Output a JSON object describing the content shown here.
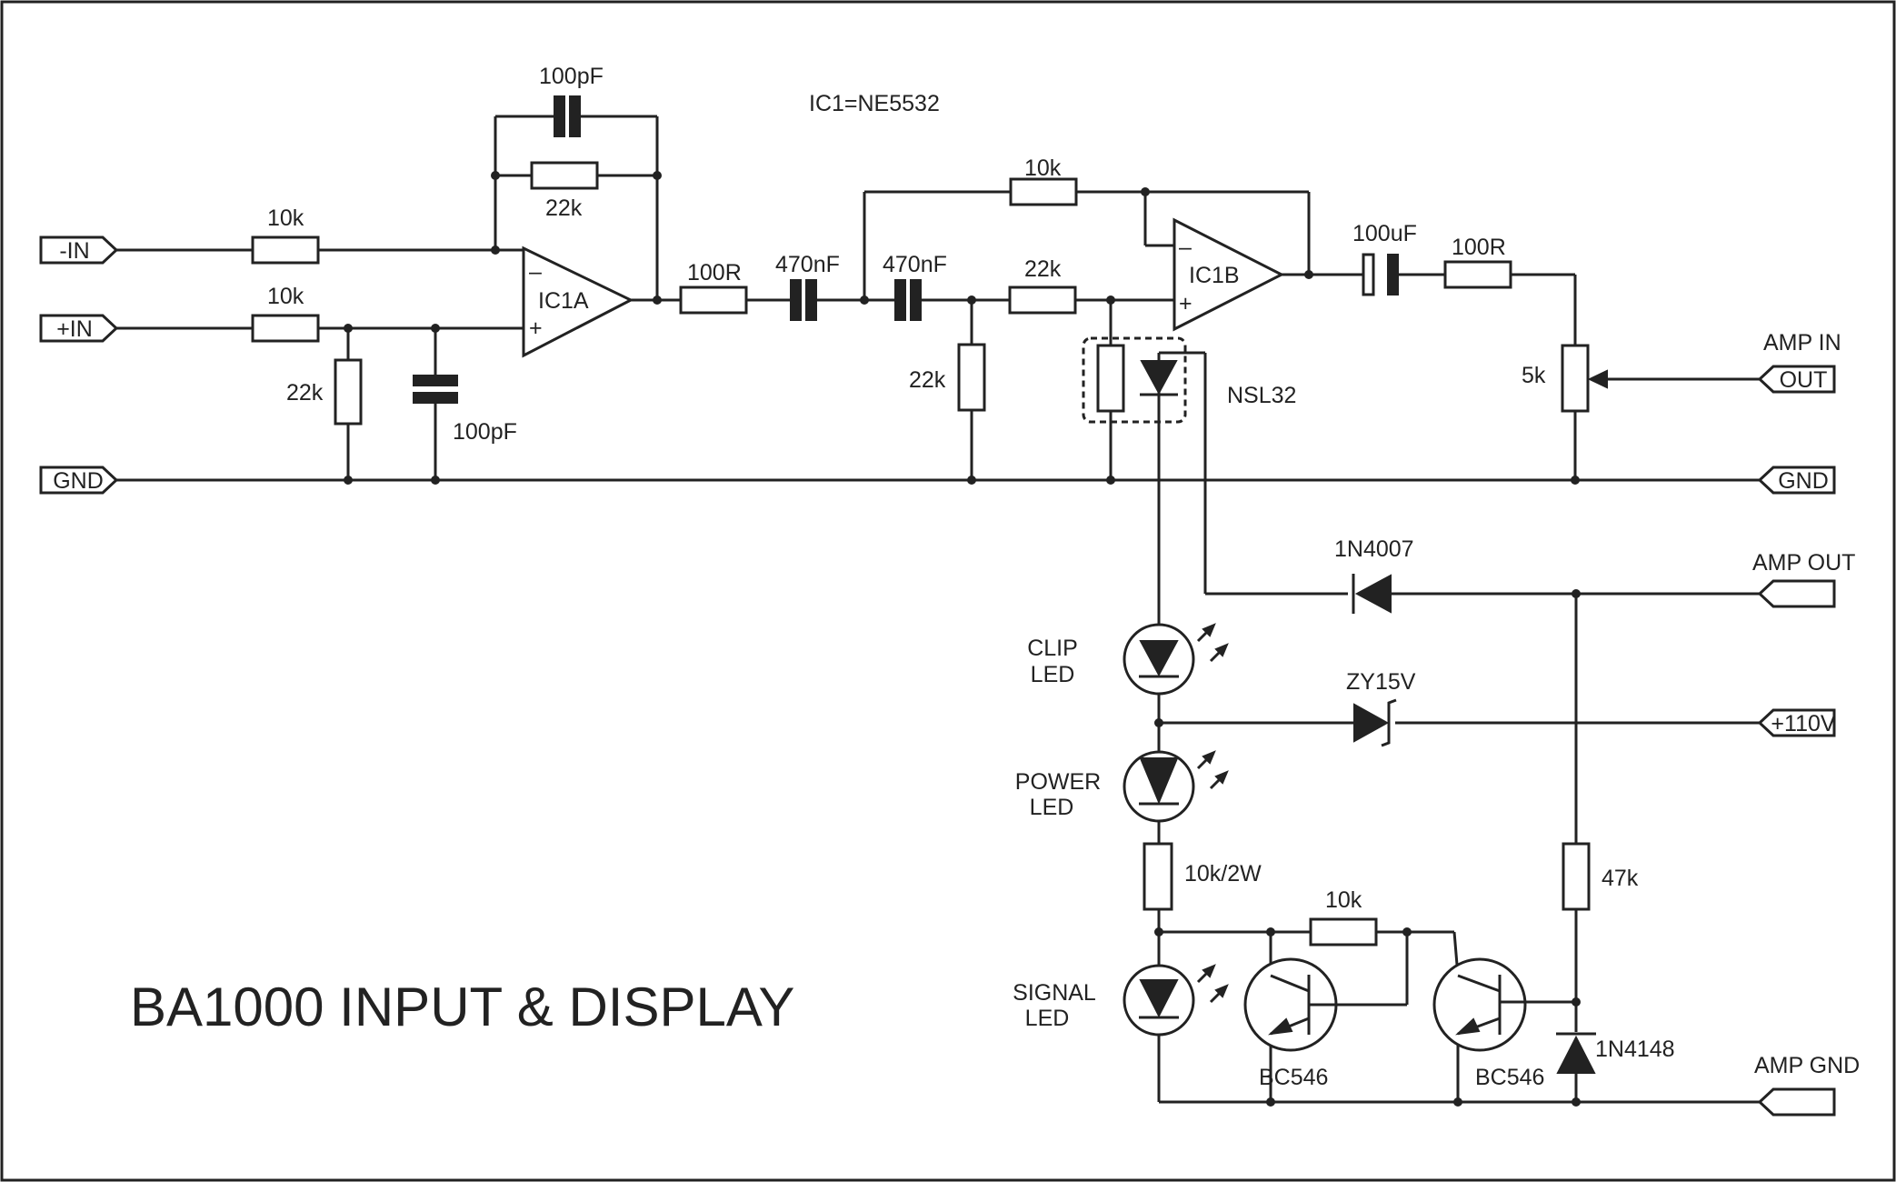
{
  "title": "BA1000  INPUT & DISPLAY",
  "ic_note": "IC1=NE5532",
  "opamps": {
    "ic1a": "IC1A",
    "ic1b": "IC1B",
    "minus": "–",
    "plus": "+"
  },
  "connectors": {
    "in_minus": "-IN",
    "in_plus": "+IN",
    "gnd_left": "GND",
    "out": "OUT",
    "gnd_right": "GND",
    "amp_out": "",
    "plus_110v": "+110V",
    "amp_gnd": ""
  },
  "connector_captions": {
    "amp_in": "AMP IN",
    "amp_out": "AMP OUT",
    "amp_gnd": "AMP GND"
  },
  "components": {
    "r_in_minus": "10k",
    "r_in_plus": "10k",
    "c_feedback": "100pF",
    "r_feedback": "22k",
    "r_shunt": "22k",
    "c_shunt": "100pF",
    "r_100r_a": "100R",
    "c_470n_a": "470nF",
    "c_470n_b": "470nF",
    "r_22k_series": "22k",
    "r_22k_shunt": "22k",
    "r_10k_fb": "10k",
    "c_100u": "100uF",
    "r_100r_b": "100R",
    "pot_5k": "5k",
    "optocoupler": "NSL32",
    "d_1n4007": "1N4007",
    "zener": "ZY15V",
    "r_10k_2w": "10k/2W",
    "r_10k_q": "10k",
    "r_47k": "47k",
    "d_1n4148": "1N4148",
    "q1": "BC546",
    "q2": "BC546"
  },
  "leds": {
    "clip": [
      "CLIP",
      "LED"
    ],
    "power": [
      "POWER",
      "LED"
    ],
    "signal": [
      "SIGNAL",
      "LED"
    ]
  }
}
